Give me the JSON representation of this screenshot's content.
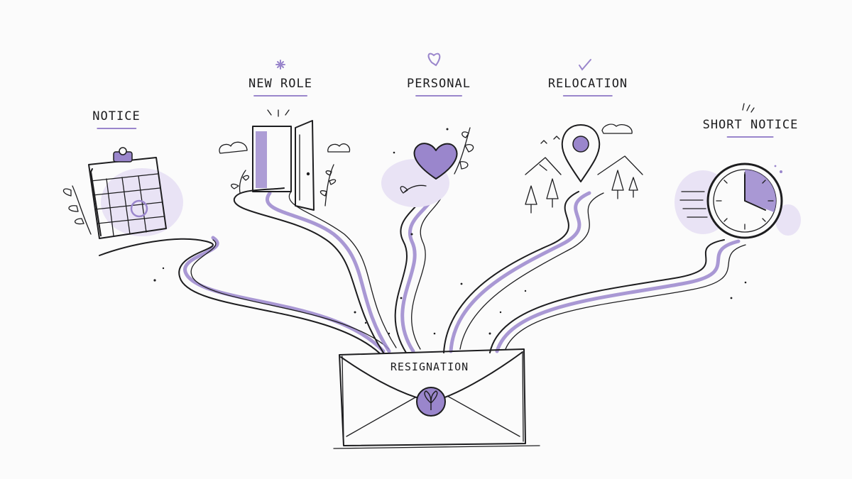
{
  "branches": [
    {
      "id": "notice",
      "label": "NOTICE",
      "icon": "calendar-icon"
    },
    {
      "id": "new-role",
      "label": "NEW ROLE",
      "icon": "open-door-icon"
    },
    {
      "id": "personal",
      "label": "PERSONAL",
      "icon": "heart-icon"
    },
    {
      "id": "relocation",
      "label": "RELOCATION",
      "icon": "location-pin-icon"
    },
    {
      "id": "short-notice",
      "label": "SHORT NOTICE",
      "icon": "clock-icon"
    }
  ],
  "envelope": {
    "label": "RESIGNATION",
    "icon": "envelope-icon",
    "seal_icon": "sprout-seal-icon"
  },
  "colors": {
    "accent": "#9a86cc",
    "accent_light": "#e7e0f4",
    "ink": "#1d1d1f",
    "background": "#fbfbfb"
  }
}
